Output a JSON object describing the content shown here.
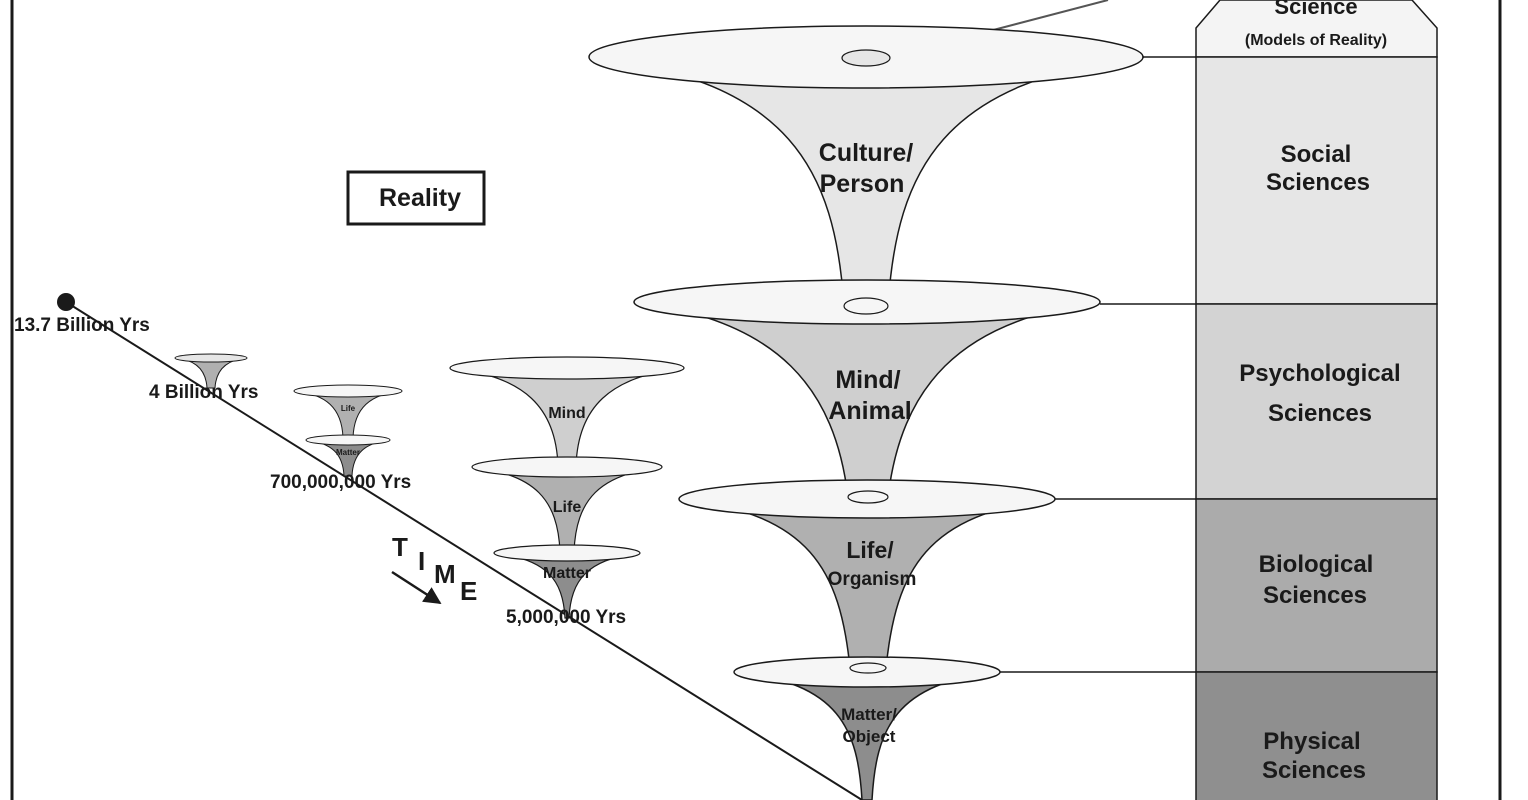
{
  "colors": {
    "background": "#ffffff",
    "stroke": "#1a1a1a",
    "culture_fill": "#e6e6e6",
    "mind_fill": "#cfcfcf",
    "life_fill": "#b0b0b0",
    "matter_fill": "#8d8d8d",
    "rim_fill": "#f6f6f6"
  },
  "reality_label": "Reality",
  "time_label": [
    "T",
    "I",
    "M",
    "E"
  ],
  "timeline": {
    "start_label": "13.7 Billion Yrs",
    "labels": [
      "4 Billion Yrs",
      "700,000,000 Yrs",
      "5,000,000 Yrs"
    ]
  },
  "small_cones": {
    "cone_2_life": "Life",
    "cone_2_matter": "Matter",
    "cone_3_mind": "Mind",
    "cone_3_life": "Life",
    "cone_3_matter": "Matter"
  },
  "big_cones": {
    "culture": [
      "Culture/",
      "Person"
    ],
    "mind": [
      "Mind/",
      "Animal"
    ],
    "life": [
      "Life/",
      "Organism"
    ],
    "matter": [
      "Matter/",
      "Object"
    ]
  },
  "science_column": {
    "roof_title": "Science",
    "roof_subtitle": "(Models of Reality)",
    "social": [
      "Social",
      "Sciences"
    ],
    "psychological": [
      "Psychological",
      "Sciences"
    ],
    "biological": [
      "Biological",
      "Sciences"
    ],
    "physical": [
      "Physical",
      "Sciences"
    ]
  }
}
